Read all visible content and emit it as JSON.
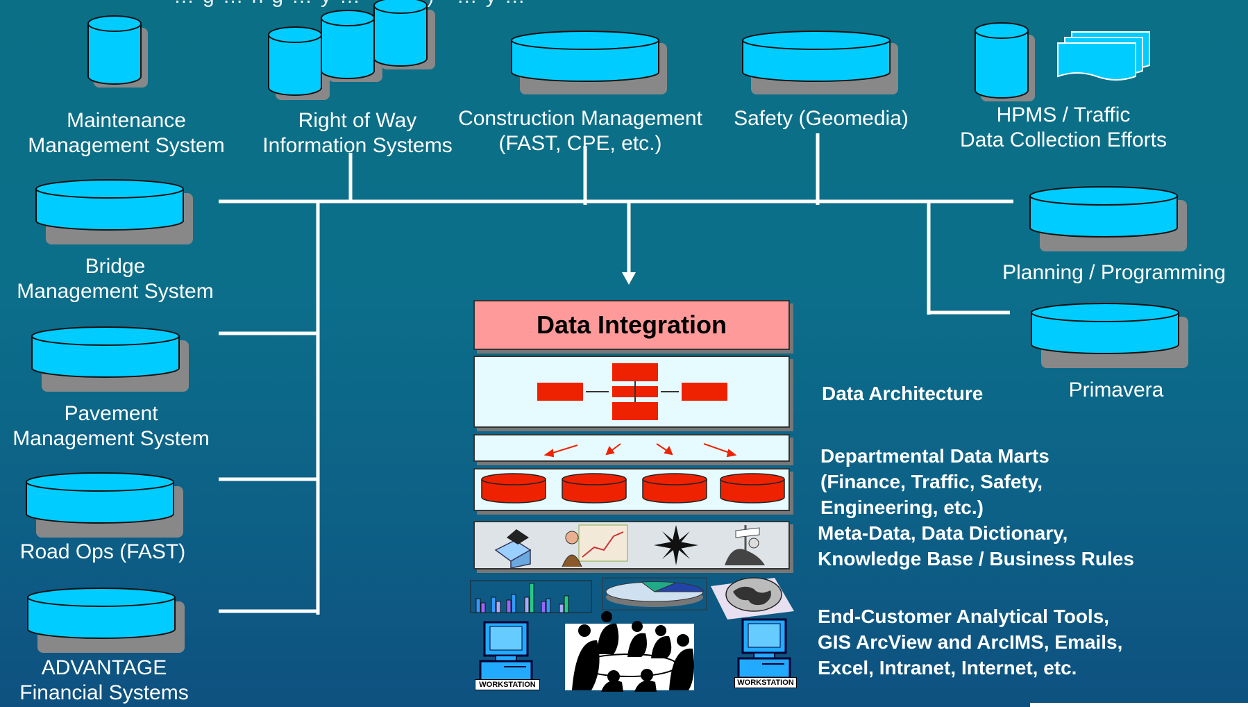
{
  "header_partial": "…g…ng…y… (…) …y…",
  "sources": {
    "maintenance": {
      "line1": "Maintenance",
      "line2": "Management System"
    },
    "row": {
      "line1": "Right of Way",
      "line2": "Information Systems"
    },
    "construction": {
      "line1": "Construction Management",
      "line2": "(FAST, CPE, etc.)"
    },
    "safety": {
      "line1": "Safety (Geomedia)"
    },
    "hpms": {
      "line1": "HPMS / Traffic",
      "line2": "Data Collection Efforts"
    },
    "bridge": {
      "line1": "Bridge",
      "line2": "Management System"
    },
    "pavement": {
      "line1": "Pavement",
      "line2": "Management System"
    },
    "roadops": {
      "line1": "Road Ops (FAST)"
    },
    "advantage": {
      "line1": "ADVANTAGE",
      "line2": "Financial Systems"
    },
    "planning": {
      "line1": "Planning / Programming"
    },
    "primavera": {
      "line1": "Primavera"
    }
  },
  "integration": {
    "title": "Data Integration"
  },
  "descriptions": {
    "architecture": "Data Architecture",
    "marts_1": "Departmental Data Marts",
    "marts_2": "(Finance, Traffic, Safety,",
    "marts_3": "Engineering, etc.)",
    "meta_1": "Meta-Data, Data Dictionary,",
    "meta_2": "Knowledge Base / Business Rules",
    "tools_1": "End-Customer Analytical Tools,",
    "tools_2": "GIS ArcView and ArcIMS, Emails,",
    "tools_3": "Excel, Intranet, Internet, etc."
  },
  "workstation_label": "WORKSTATION",
  "colors": {
    "cylinder": "#00ccff",
    "shadow": "#888888",
    "accent_red": "#ee2200",
    "title_box": "#ff9a9a",
    "layer_fill": "#e6fbff"
  }
}
